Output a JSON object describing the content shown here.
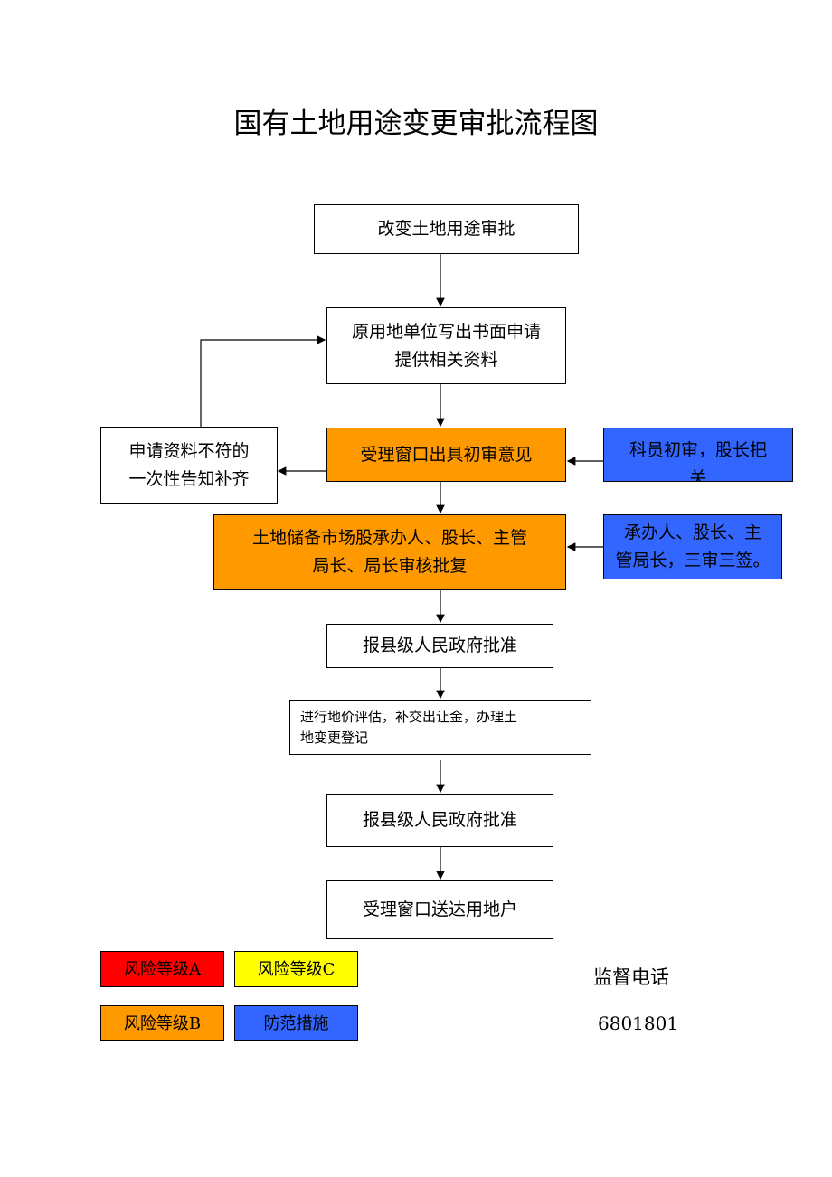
{
  "title": "国有土地用途变更审批流程图",
  "flow": {
    "step1": "改变土地用途审批",
    "step2_line1": "原用地单位写出书面申请",
    "step2_line2": "提供相关资料",
    "step3": "受理窗口出具初审意见",
    "step4_line1": "土地储备市场股承办人、股长、主管",
    "step4_line2": "局长、局长审核批复",
    "step5": "报县级人民政府批准",
    "step6_line1": "进行地价评估，补交出让金，办理土",
    "step6_line2": "地变更登记",
    "step7": "报县级人民政府批准",
    "step8": "受理窗口送达用地户"
  },
  "side": {
    "reject_line1": "申请资料不符的",
    "reject_line2": "一次性告知补齐",
    "measure1_line1": "科员初审，股长把",
    "measure1_line2": "关",
    "measure2_line1": "承办人、股长、主",
    "measure2_line2": "管局长，三审三签。"
  },
  "legend": {
    "a": "风险等级A",
    "c": "风险等级C",
    "b": "风险等级B",
    "measure": "防范措施"
  },
  "supervision": {
    "label": "监督电话",
    "phone": "6801801"
  },
  "colors": {
    "risk_a": "#ff0000",
    "risk_b": "#ff9900",
    "risk_c": "#ffff00",
    "measure": "#3366ff"
  }
}
